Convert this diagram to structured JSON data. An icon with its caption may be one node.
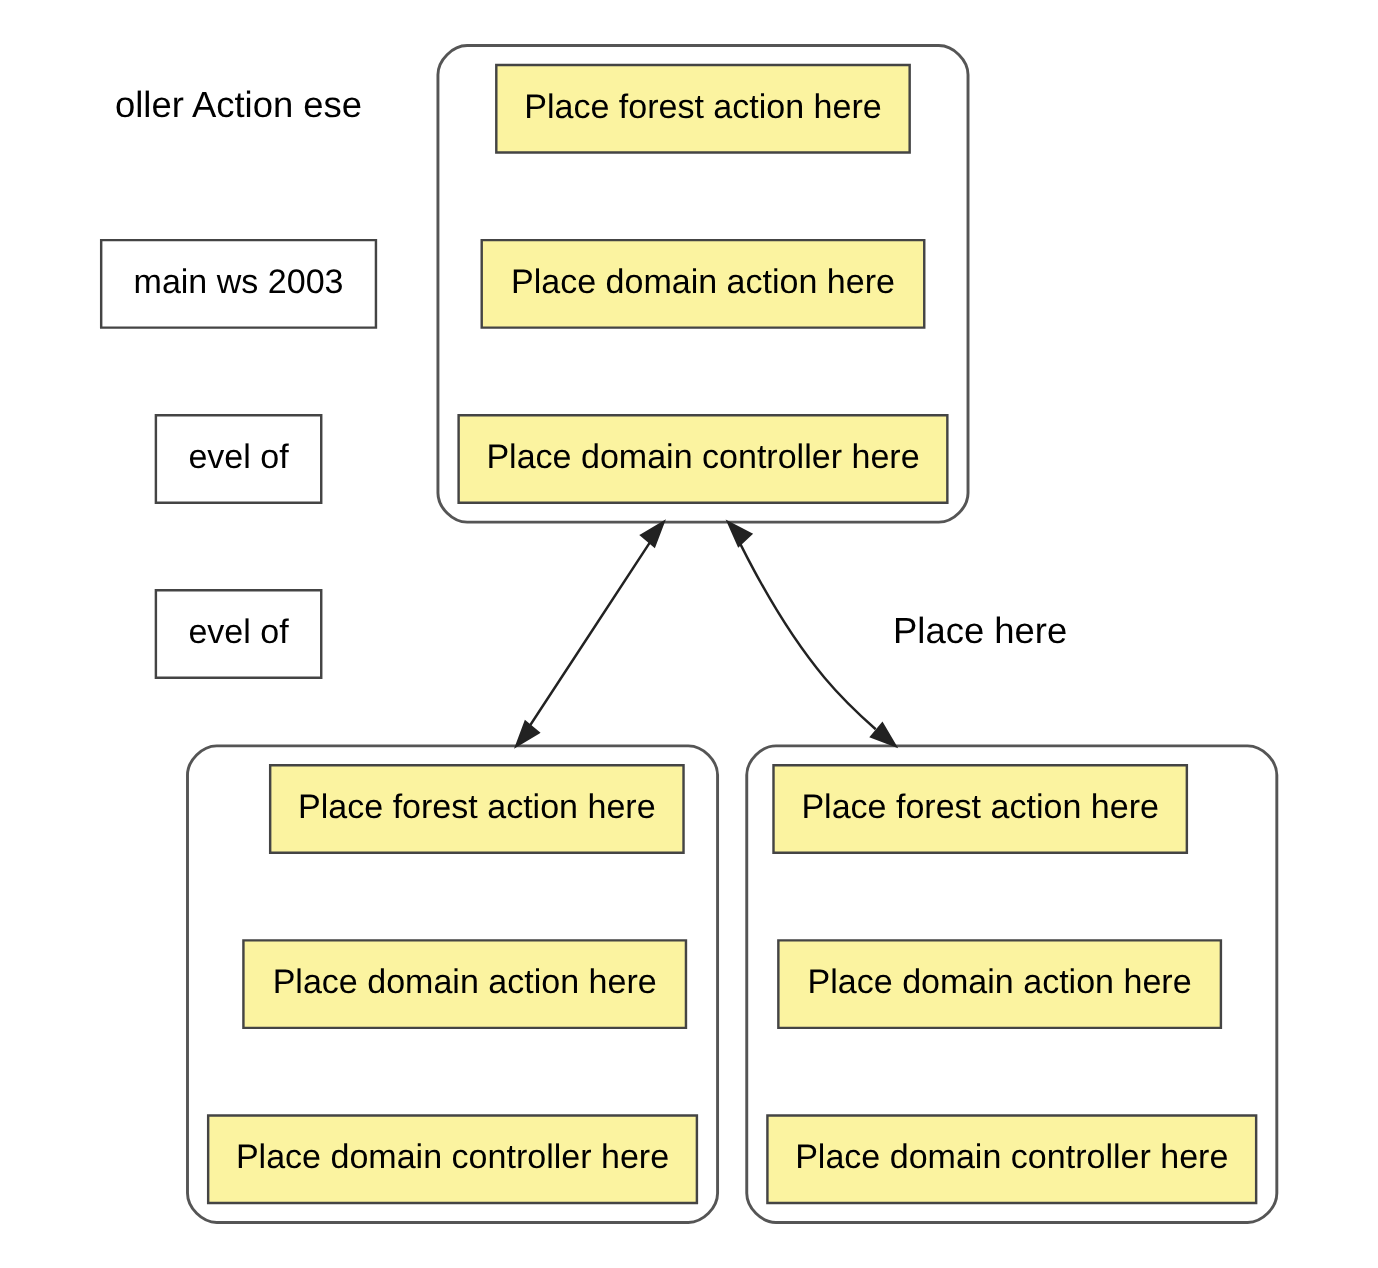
{
  "diagram": {
    "nodes": [
      {
        "text": [
          "main ws 2003"
        ]
      },
      {
        "text": [
          "evel of"
        ]
      },
      {
        "text": [
          "evel of"
        ]
      },
      {
        "text": [],
        "shape": "triangle"
      },
      {
        "text": [
          "Place forest action here"
        ],
        "in": 3
      },
      {
        "text": [
          "Place domain action here"
        ],
        "in": 3
      },
      {
        "text": [
          "Place domain controller here"
        ],
        "in": 3
      },
      {
        "text": [],
        "shape": "triangle"
      },
      {
        "text": [
          "Place forest action here"
        ],
        "in": 7
      },
      {
        "text": [
          "Place domain action here"
        ],
        "in": 7
      },
      {
        "text": [
          "Place domain controller here"
        ],
        "in": 7
      },
      {
        "text": [],
        "shape": "triangle"
      },
      {
        "text": [
          "Place forest action here"
        ],
        "in": 11
      },
      {
        "text": [
          "Place domain action here"
        ],
        "in": 11
      },
      {
        "text": [
          "Place domain controller here"
        ],
        "in": 11
      }
    ],
    "edges": [
      {
        "from": 3,
        "to": 7,
        "arrow": "both"
      },
      {
        "from": 3,
        "to": 11,
        "arrow": "both"
      }
    ],
    "labels": [
      "oller Action ese",
      "Place here"
    ]
  }
}
